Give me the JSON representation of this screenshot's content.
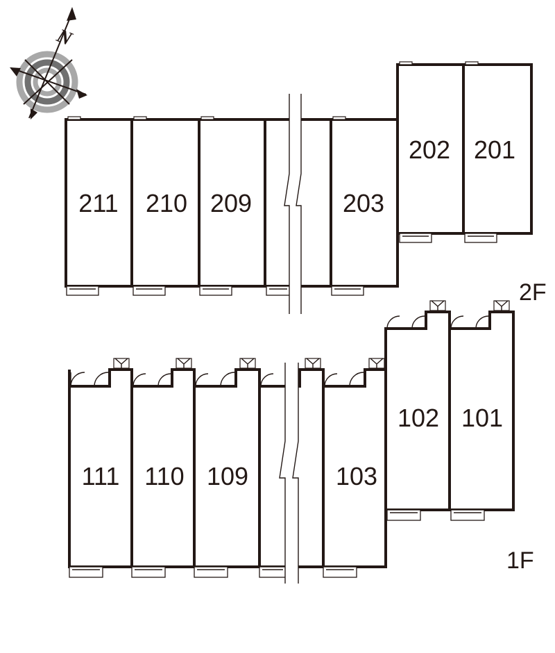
{
  "compass": {
    "north_label": "N"
  },
  "floors": {
    "second": {
      "label": "2F",
      "rooms": [
        "211",
        "210",
        "209",
        "203",
        "202",
        "201"
      ]
    },
    "first": {
      "label": "1F",
      "rooms": [
        "111",
        "110",
        "109",
        "103",
        "102",
        "101"
      ]
    }
  },
  "colors": {
    "line": "#231815",
    "compass_gray": "#9a9a9a"
  }
}
